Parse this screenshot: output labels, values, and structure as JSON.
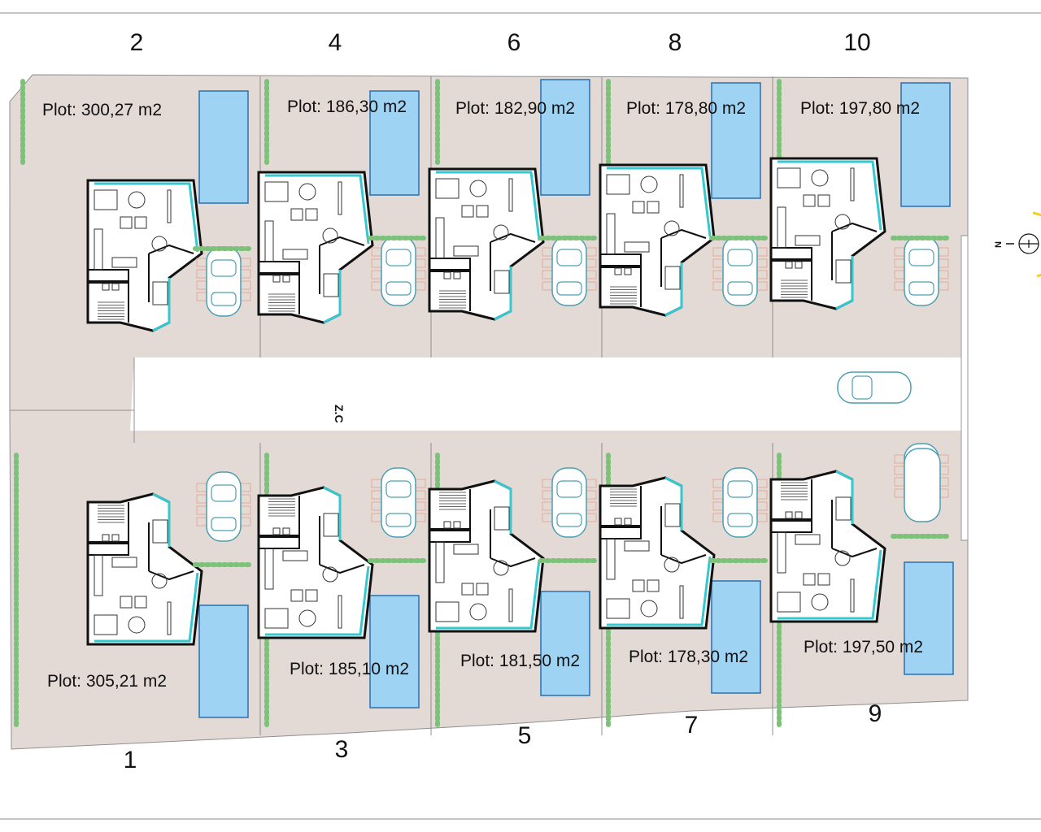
{
  "street_label": "Z.C",
  "north_label": "N",
  "colors": {
    "ground": "#e3dad6",
    "pool": "#9fd3f3",
    "pool_border": "#2a6fb0",
    "wall": "#111111",
    "glass": "#36c7cf",
    "hedge": "#7dc27a",
    "paving": "#e6a99a",
    "car": "#4a9fb2",
    "compass": "#f2d21c"
  },
  "plots": [
    {
      "id": "plot-2",
      "number": "2",
      "area": "Plot: 300,27 m2"
    },
    {
      "id": "plot-4",
      "number": "4",
      "area": "Plot: 186,30 m2"
    },
    {
      "id": "plot-6",
      "number": "6",
      "area": "Plot: 182,90 m2"
    },
    {
      "id": "plot-8",
      "number": "8",
      "area": "Plot: 178,80 m2"
    },
    {
      "id": "plot-10",
      "number": "10",
      "area": "Plot: 197,80 m2"
    },
    {
      "id": "plot-1",
      "number": "1",
      "area": "Plot: 305,21 m2"
    },
    {
      "id": "plot-3",
      "number": "3",
      "area": "Plot: 185,10 m2"
    },
    {
      "id": "plot-5",
      "number": "5",
      "area": "Plot: 181,50 m2"
    },
    {
      "id": "plot-7",
      "number": "7",
      "area": "Plot: 178,30 m2"
    },
    {
      "id": "plot-9",
      "number": "9",
      "area": "Plot: 197,50 m2"
    }
  ]
}
